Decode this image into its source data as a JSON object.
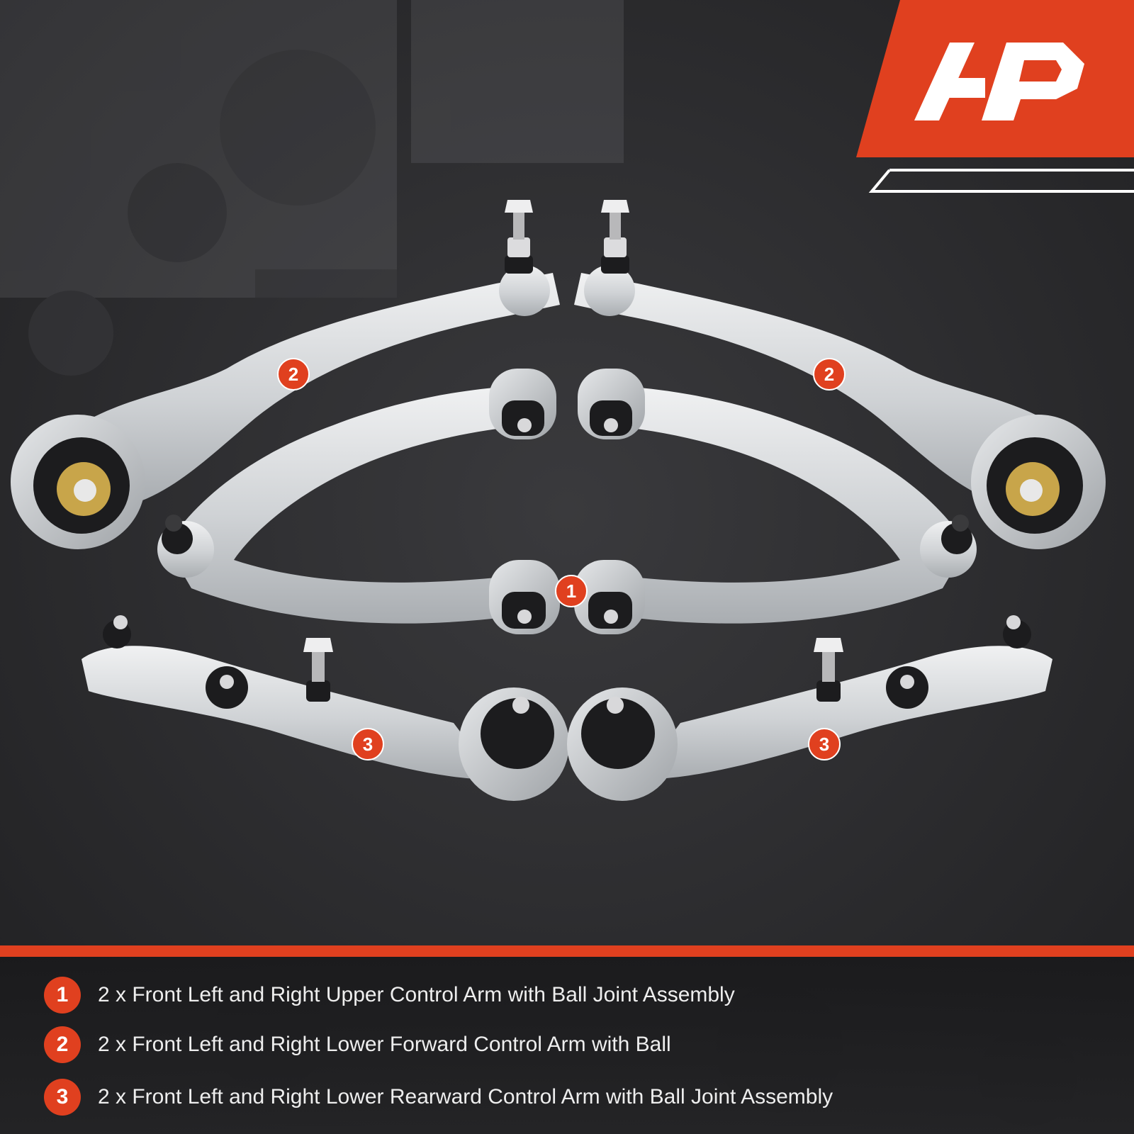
{
  "colors": {
    "accent": "#e0401f",
    "background": "#2a2a2c",
    "part_metal": "#d8dadc",
    "bushing": "#1c1c1e"
  },
  "logo": {
    "icon": "a-premium-logo",
    "text": "AP"
  },
  "callouts": [
    {
      "number": "1"
    },
    {
      "number": "2"
    },
    {
      "number": "2"
    },
    {
      "number": "3"
    },
    {
      "number": "3"
    }
  ],
  "legend": [
    {
      "number": "1",
      "text": "2 x Front Left and Right Upper Control Arm with Ball Joint Assembly"
    },
    {
      "number": "2",
      "text": "2 x Front Left and Right Lower Forward Control Arm with Ball"
    },
    {
      "number": "3",
      "text": "2 x Front Left and Right Lower Rearward Control Arm with Ball Joint Assembly"
    }
  ]
}
